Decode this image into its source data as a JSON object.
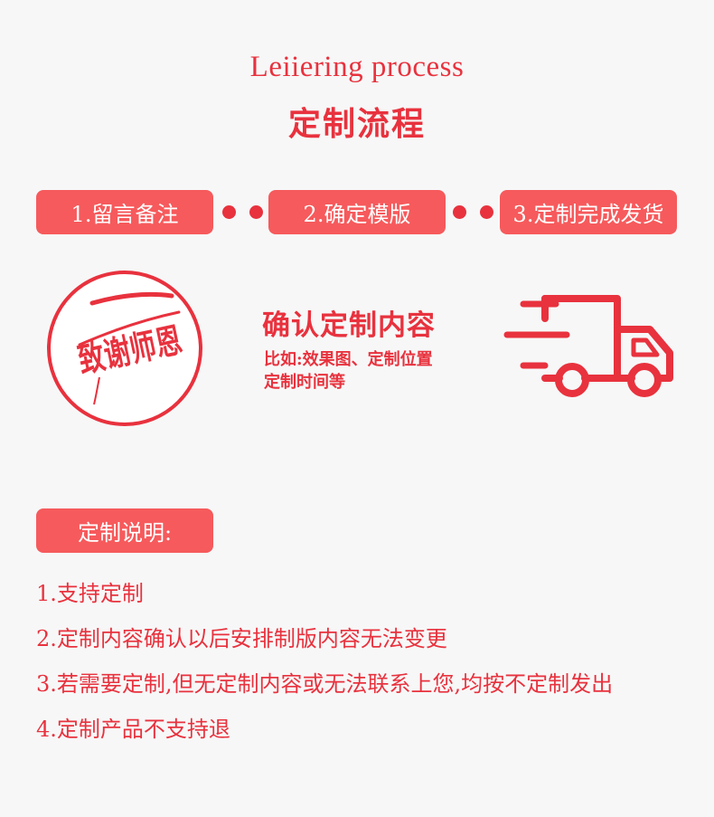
{
  "header": {
    "title_en": "Leiiering process",
    "title_cn": "定制流程"
  },
  "steps": [
    {
      "label": "1.留言备注"
    },
    {
      "label": "2.确定模版"
    },
    {
      "label": "3.定制完成发货"
    }
  ],
  "seal": {
    "calligraphy": "致谢师恩"
  },
  "confirm": {
    "title": "确认定制内容",
    "line1": "比如:效果图、定制位置",
    "line2": "定制时间等"
  },
  "notes": {
    "badge": "定制说明:",
    "items": [
      "1.支持定制",
      "2.定制内容确认以后安排制版内容无法变更",
      "3.若需要定制,但无定制内容或无法联系上您,均按不定制发出",
      "4.定制产品不支持退"
    ]
  },
  "colors": {
    "accent": "#e8323e",
    "badge": "#f65a5c",
    "background": "#f7f7f7"
  },
  "icons": {
    "truck": "delivery-truck-icon",
    "seal": "thanks-teacher-seal-icon"
  }
}
